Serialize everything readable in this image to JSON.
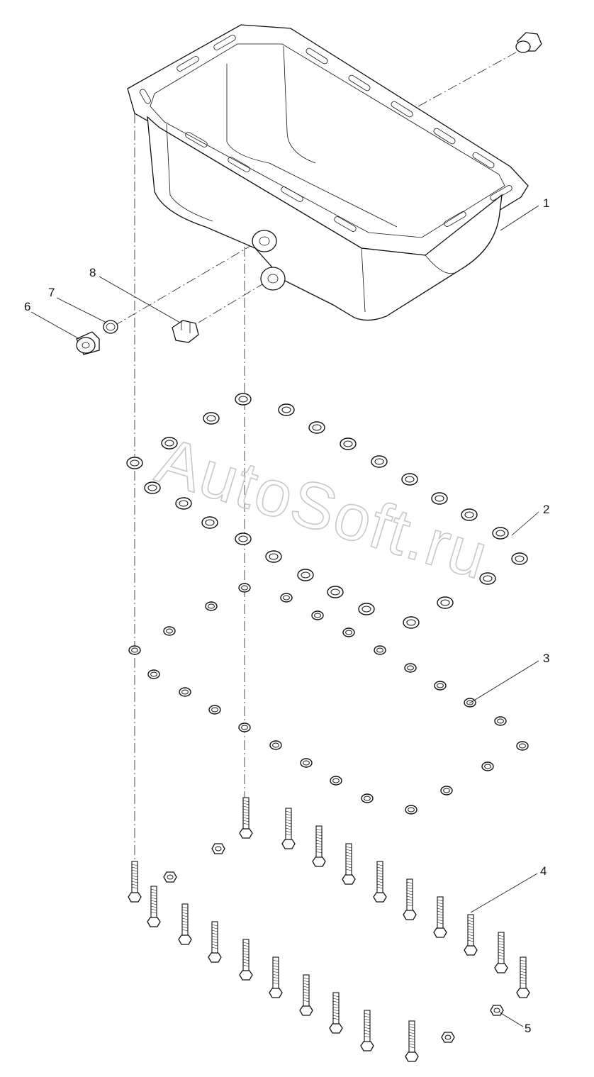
{
  "callouts": [
    {
      "id": "c1",
      "label": "1"
    },
    {
      "id": "c2",
      "label": "2"
    },
    {
      "id": "c3",
      "label": "3"
    },
    {
      "id": "c4",
      "label": "4"
    },
    {
      "id": "c5",
      "label": "5"
    },
    {
      "id": "c6",
      "label": "6"
    },
    {
      "id": "c7",
      "label": "7"
    },
    {
      "id": "c8",
      "label": "8"
    }
  ],
  "watermark": "AutoSoft.ru",
  "colors": {
    "ink": "#111111",
    "background": "#ffffff",
    "watermark": "#c8c8c8"
  }
}
